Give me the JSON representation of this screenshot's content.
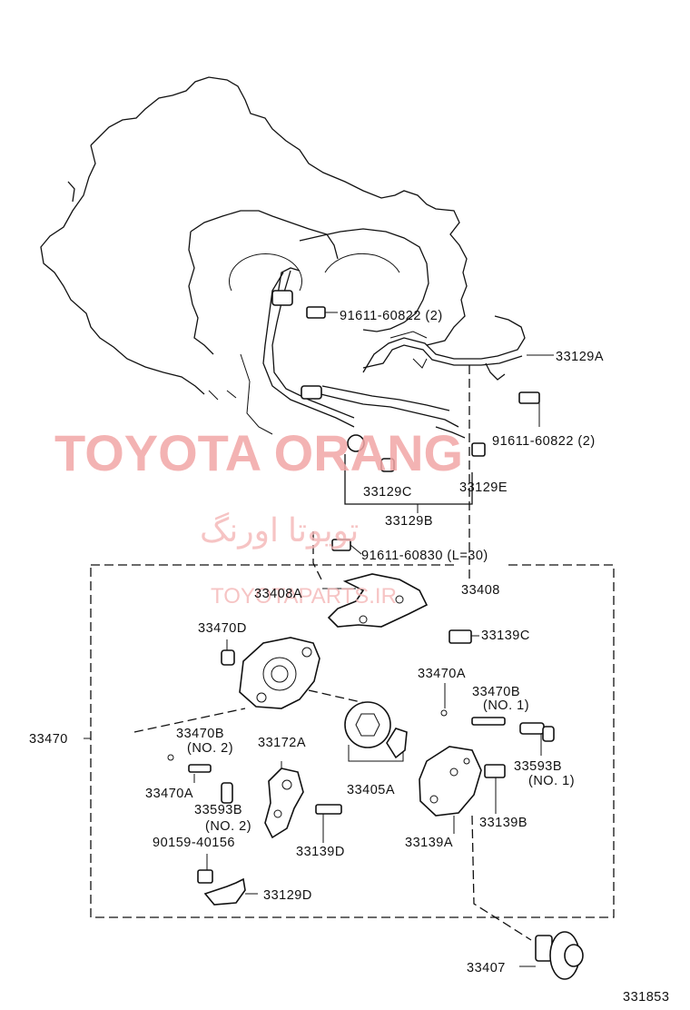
{
  "diagram": {
    "watermark": {
      "main": "TOYOTA ORANG",
      "arabic": "تويوتا اورنگ",
      "small": "TOYOTAPARTS.IR"
    },
    "figure_number": "331853",
    "labels": {
      "bolt_91611_60822_a": "91611-60822 (2)",
      "part_33129A": "33129A",
      "bolt_91611_60822_b": "91611-60822 (2)",
      "part_33129C": "33129C",
      "part_33129E": "33129E",
      "part_33129B": "33129B",
      "bolt_91611_60830": "91611-60830 (L=30)",
      "part_33408A": "33408A",
      "part_33408": "33408",
      "part_33470D": "33470D",
      "part_33139C": "33139C",
      "part_33470A_top": "33470A",
      "part_33470B_no1": "33470B",
      "part_33470B_no1_sub": "(NO. 1)",
      "part_33470": "33470",
      "part_33470B_no2": "33470B",
      "part_33470B_no2_sub": "(NO. 2)",
      "part_33172A": "33172A",
      "part_33593B_no1": "33593B",
      "part_33593B_no1_sub": "(NO. 1)",
      "part_33405A": "33405A",
      "part_33470A_bottom": "33470A",
      "part_33593B_no2": "33593B",
      "part_33593B_no2_sub": "(NO. 2)",
      "part_33139B": "33139B",
      "part_90159_40156": "90159-40156",
      "part_33139D": "33139D",
      "part_33139A": "33139A",
      "part_33129D": "33129D",
      "part_33407": "33407"
    }
  }
}
